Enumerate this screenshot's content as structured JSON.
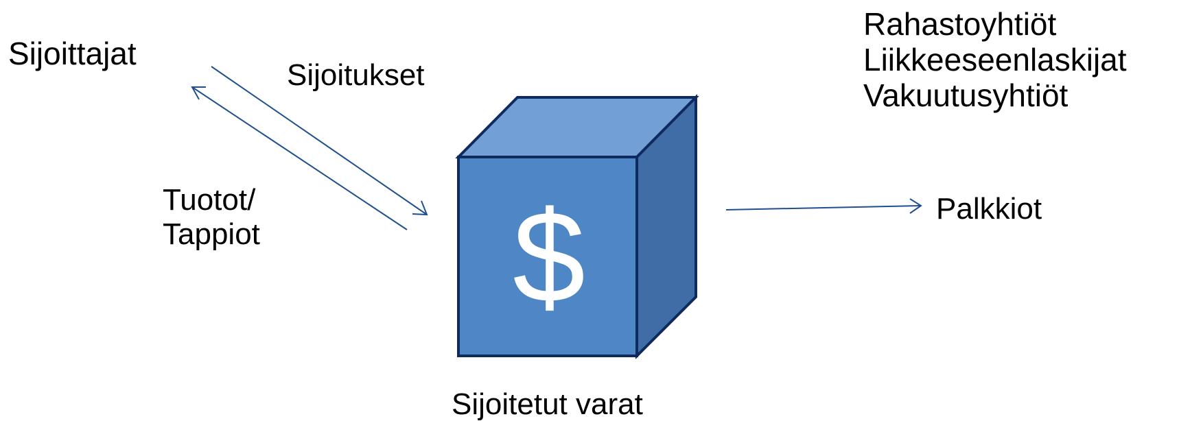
{
  "labels": {
    "investors": "Sijoittajat",
    "investments": "Sijoitukset",
    "returns_line1": "Tuotot/",
    "returns_line2": "Tappiot",
    "fees": "Palkkiot",
    "invested_assets": "Sijoitetut varat",
    "cube_symbol": "$"
  },
  "actors": [
    "Rahastoyhtiöt",
    "Liikkeeseenlaskijat",
    "Vakuutusyhtiöt"
  ],
  "colors": {
    "cube_front": "#4F86C6",
    "cube_top": "#729FD5",
    "cube_side": "#406DA5",
    "cube_outline": "#0E2A5E",
    "arrow": "#1F4F8F",
    "symbol": "#ffffff"
  }
}
